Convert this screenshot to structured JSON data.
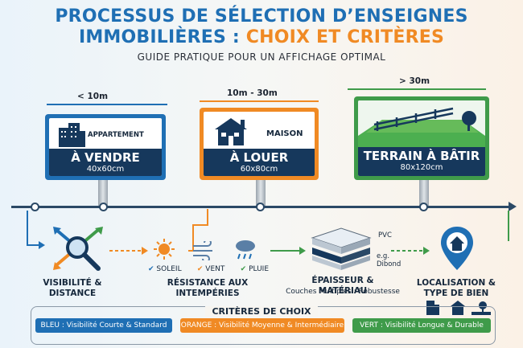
{
  "title": {
    "line1": "PROCESSUS DE SÉLECTION D’ENSEIGNES",
    "line2_part1": "IMMOBILIÈRES : ",
    "line2_part2": "CHOIX ET CRITÈRES"
  },
  "subtitle": "GUIDE PRATIQUE POUR UN AFFICHAGE OPTIMAL",
  "colors": {
    "blue": "#1f6fb4",
    "orange": "#f08a24",
    "green": "#3f9b4a",
    "navy": "#16385c"
  },
  "signs": [
    {
      "distance": "< 10m",
      "type": "APPARTEMENT",
      "action": "À VENDRE",
      "size": "40x60cm",
      "icon": "building-icon",
      "color": "blue"
    },
    {
      "distance": "10m - 30m",
      "type": "MAISON",
      "action": "À LOUER",
      "size": "60x80cm",
      "icon": "house-icon",
      "color": "orange"
    },
    {
      "distance": "> 30m",
      "type": "",
      "action": "TERRAIN À BÂTIR",
      "size": "80x120cm",
      "icon": "land-icon",
      "color": "green"
    }
  ],
  "steps": {
    "visibility": "VISIBILITÉ & DISTANCE",
    "weather": "RÉSISTANCE AUX INTEMPÉRIES",
    "weather_items": [
      "SOLEIL",
      "VENT",
      "PLUIE"
    ],
    "material": "ÉPAISSEUR & MATÉRIAU",
    "material_sub": "Couches Multiples : Robustesse",
    "material_labels": [
      "PVC",
      "e.g. Dibond"
    ],
    "location": "LOCALISATION & TYPE DE BIEN"
  },
  "criteria": {
    "title": "CRITÈRES DE CHOIX",
    "items": [
      {
        "label": "BLEU : Visibilité Courte & Standard",
        "color": "blue"
      },
      {
        "label": "ORANGE : Visibilité Moyenne & Intermédiaire",
        "color": "orange"
      },
      {
        "label": "VERT : Visibilité Longue & Durable",
        "color": "green"
      }
    ]
  }
}
